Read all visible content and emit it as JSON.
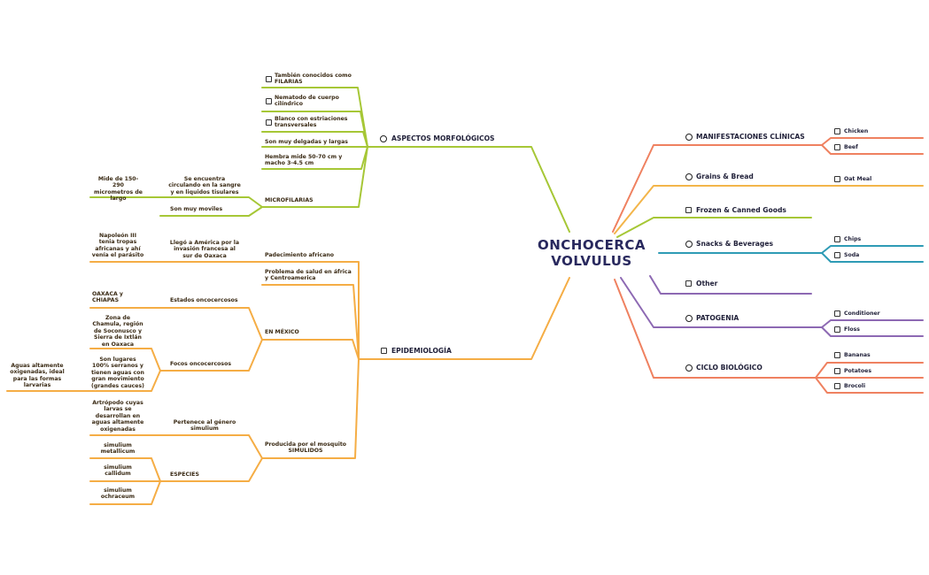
{
  "root": {
    "line1": "ONCHOCERCA",
    "line2": "VOLVULUS"
  },
  "colors": {
    "green": "#a6c736",
    "orange": "#f5ad45",
    "salmon": "#ef8160",
    "yellow": "#f3b54a",
    "lime": "#a6c736",
    "teal": "#2e9bb5",
    "purple": "#8d69b3",
    "peach": "#ef8160"
  },
  "left": {
    "aspectos": {
      "title": "ASPECTOS MORFOLÓGICOS",
      "items": [
        "También conocidos como FILARIAS",
        "Nematodo de cuerpo cilíndrico",
        "Blanco con estriaciones transversales",
        "Son muy delgadas y largas",
        "Hembra mide 50-70 cm y macho 3-4.5 cm"
      ],
      "microfilarias": {
        "title": "MICROFILARIAS",
        "circulando": "Se encuentra circulando en la sangre y en liquidos tisulares",
        "mide": "Mide de 150-290 micrometros de largo",
        "moviles": "Son muy moviles"
      }
    },
    "epidemiologia": {
      "title": "EPIDEMIOLOGÍA",
      "padecimiento": "Padecimiento africano",
      "llego": "Llegó a América por la invasión francesa al sur de Oaxaca",
      "napoleon": "Napoleón III tenia tropas africanas y ahí venía el parásito",
      "problema": "Problema de salud en áfrica y Centroamerica",
      "mexico": {
        "title": "EN MÉXICO",
        "estados": "Estados oncocercosos",
        "oaxaca": "OAXACA y CHIAPAS",
        "focos": "Focos oncocercosos",
        "chamula": "Zona de Chamula, región de Soconusco y Sierra de Ixtlán en Oaxaca",
        "lugares": "Son lugares 100% serranos y tienen aguas con gran movimiento (grandes cauces)",
        "aguas": "Aguas altamente oxigenadas, ideal para las formas larvarias"
      },
      "mosquito": {
        "title": "Producida por el mosquito SIMULIDOS",
        "pertenece": "Pertenece al género simulium",
        "artropodo": "Artrópodo cuyas larvas se desarrollan en aguas altamente oxigenadas",
        "especies": "ESPECIES",
        "sp1": "simulium metallicum",
        "sp2": "simulium callidum",
        "sp3": "simulium ochraceum"
      }
    }
  },
  "right": [
    {
      "title": "MANIFESTACIONES CLÍNICAS",
      "children": [
        "Chicken",
        "Beef"
      ]
    },
    {
      "title": "Grains & Bread",
      "children": [
        "Oat Meal"
      ]
    },
    {
      "title": "Frozen & Canned Goods",
      "children": []
    },
    {
      "title": "Snacks & Beverages",
      "children": [
        "Chips",
        "Soda"
      ]
    },
    {
      "title": "Other",
      "children": []
    },
    {
      "title": "PATOGENIA",
      "children": [
        "Conditioner",
        "Floss"
      ]
    },
    {
      "title": "CICLO BIOLÓGICO",
      "children": [
        "Bananas",
        "Potatoes",
        "Brocoli"
      ]
    }
  ]
}
